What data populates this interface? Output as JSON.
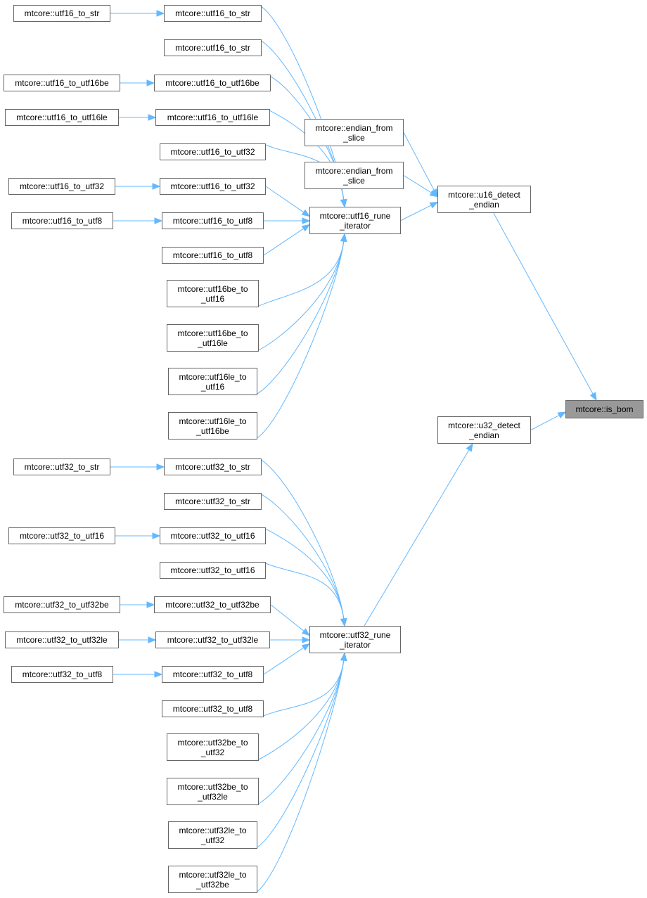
{
  "nodes": {
    "n_is_bom": {
      "lines": [
        "mtcore::is_bom"
      ]
    },
    "n_u16_detect": {
      "lines": [
        "mtcore::u16_detect",
        "_endian"
      ]
    },
    "n_u32_detect": {
      "lines": [
        "mtcore::u32_detect",
        "_endian"
      ]
    },
    "n_endian_a": {
      "lines": [
        "mtcore::endian_from",
        "_slice"
      ]
    },
    "n_endian_b": {
      "lines": [
        "mtcore::endian_from",
        "_slice"
      ]
    },
    "n_u16_rune": {
      "lines": [
        "mtcore::utf16_rune",
        "_iterator"
      ]
    },
    "n_u32_rune": {
      "lines": [
        "mtcore::utf32_rune",
        "_iterator"
      ]
    },
    "n_u16str_a": {
      "lines": [
        "mtcore::utf16_to_str"
      ]
    },
    "n_u16str_b": {
      "lines": [
        "mtcore::utf16_to_str"
      ]
    },
    "n_u16str_c": {
      "lines": [
        "mtcore::utf16_to_str"
      ]
    },
    "n_u16be_a": {
      "lines": [
        "mtcore::utf16_to_utf16be"
      ]
    },
    "n_u16be_b": {
      "lines": [
        "mtcore::utf16_to_utf16be"
      ]
    },
    "n_u16le_a": {
      "lines": [
        "mtcore::utf16_to_utf16le"
      ]
    },
    "n_u16le_b": {
      "lines": [
        "mtcore::utf16_to_utf16le"
      ]
    },
    "n_u16u32_a": {
      "lines": [
        "mtcore::utf16_to_utf32"
      ]
    },
    "n_u16u32_b": {
      "lines": [
        "mtcore::utf16_to_utf32"
      ]
    },
    "n_u16u32_c": {
      "lines": [
        "mtcore::utf16_to_utf32"
      ]
    },
    "n_u16u8_a": {
      "lines": [
        "mtcore::utf16_to_utf8"
      ]
    },
    "n_u16u8_b": {
      "lines": [
        "mtcore::utf16_to_utf8"
      ]
    },
    "n_u16u8_c": {
      "lines": [
        "mtcore::utf16_to_utf8"
      ]
    },
    "n_u16be_to16": {
      "lines": [
        "mtcore::utf16be_to",
        "_utf16"
      ]
    },
    "n_u16be_to16le": {
      "lines": [
        "mtcore::utf16be_to",
        "_utf16le"
      ]
    },
    "n_u16le_to16": {
      "lines": [
        "mtcore::utf16le_to",
        "_utf16"
      ]
    },
    "n_u16le_to16be": {
      "lines": [
        "mtcore::utf16le_to",
        "_utf16be"
      ]
    },
    "n_u32str_a": {
      "lines": [
        "mtcore::utf32_to_str"
      ]
    },
    "n_u32str_b": {
      "lines": [
        "mtcore::utf32_to_str"
      ]
    },
    "n_u32str_c": {
      "lines": [
        "mtcore::utf32_to_str"
      ]
    },
    "n_u32u16_a": {
      "lines": [
        "mtcore::utf32_to_utf16"
      ]
    },
    "n_u32u16_b": {
      "lines": [
        "mtcore::utf32_to_utf16"
      ]
    },
    "n_u32u16_c": {
      "lines": [
        "mtcore::utf32_to_utf16"
      ]
    },
    "n_u32be_a": {
      "lines": [
        "mtcore::utf32_to_utf32be"
      ]
    },
    "n_u32be_b": {
      "lines": [
        "mtcore::utf32_to_utf32be"
      ]
    },
    "n_u32le_a": {
      "lines": [
        "mtcore::utf32_to_utf32le"
      ]
    },
    "n_u32le_b": {
      "lines": [
        "mtcore::utf32_to_utf32le"
      ]
    },
    "n_u32u8_a": {
      "lines": [
        "mtcore::utf32_to_utf8"
      ]
    },
    "n_u32u8_b": {
      "lines": [
        "mtcore::utf32_to_utf8"
      ]
    },
    "n_u32u8_c": {
      "lines": [
        "mtcore::utf32_to_utf8"
      ]
    },
    "n_u32be_to32": {
      "lines": [
        "mtcore::utf32be_to",
        "_utf32"
      ]
    },
    "n_u32be_to32le": {
      "lines": [
        "mtcore::utf32be_to",
        "_utf32le"
      ]
    },
    "n_u32le_to32": {
      "lines": [
        "mtcore::utf32le_to",
        "_utf32"
      ]
    },
    "n_u32le_to32be": {
      "lines": [
        "mtcore::utf32le_to",
        "_utf32be"
      ]
    }
  },
  "edges": [
    [
      "n_u16_detect",
      "n_is_bom"
    ],
    [
      "n_u32_detect",
      "n_is_bom"
    ],
    [
      "n_endian_a",
      "n_u16_detect"
    ],
    [
      "n_endian_b",
      "n_u16_detect"
    ],
    [
      "n_u16_rune",
      "n_u16_detect"
    ],
    [
      "n_u32_rune",
      "n_u32_detect"
    ],
    [
      "n_u16str_a",
      "n_u16str_b"
    ],
    [
      "n_u16be_a",
      "n_u16be_b"
    ],
    [
      "n_u16le_a",
      "n_u16le_b"
    ],
    [
      "n_u16u32_a",
      "n_u16u32_c"
    ],
    [
      "n_u16u8_a",
      "n_u16u8_b"
    ],
    [
      "n_u16str_b",
      "n_u16_rune"
    ],
    [
      "n_u16str_c",
      "n_u16_rune"
    ],
    [
      "n_u16be_b",
      "n_u16_rune"
    ],
    [
      "n_u16le_b",
      "n_u16_rune"
    ],
    [
      "n_u16u32_b",
      "n_u16_rune"
    ],
    [
      "n_u16u32_c",
      "n_u16_rune"
    ],
    [
      "n_u16u8_b",
      "n_u16_rune"
    ],
    [
      "n_u16u8_c",
      "n_u16_rune"
    ],
    [
      "n_u16be_to16",
      "n_u16_rune"
    ],
    [
      "n_u16be_to16le",
      "n_u16_rune"
    ],
    [
      "n_u16le_to16",
      "n_u16_rune"
    ],
    [
      "n_u16le_to16be",
      "n_u16_rune"
    ],
    [
      "n_u32str_a",
      "n_u32str_b"
    ],
    [
      "n_u32u16_a",
      "n_u32u16_b"
    ],
    [
      "n_u32be_a",
      "n_u32be_b"
    ],
    [
      "n_u32le_a",
      "n_u32le_b"
    ],
    [
      "n_u32u8_a",
      "n_u32u8_b"
    ],
    [
      "n_u32str_b",
      "n_u32_rune"
    ],
    [
      "n_u32str_c",
      "n_u32_rune"
    ],
    [
      "n_u32u16_b",
      "n_u32_rune"
    ],
    [
      "n_u32u16_c",
      "n_u32_rune"
    ],
    [
      "n_u32be_b",
      "n_u32_rune"
    ],
    [
      "n_u32le_b",
      "n_u32_rune"
    ],
    [
      "n_u32u8_b",
      "n_u32_rune"
    ],
    [
      "n_u32u8_c",
      "n_u32_rune"
    ],
    [
      "n_u32be_to32",
      "n_u32_rune"
    ],
    [
      "n_u32be_to32le",
      "n_u32_rune"
    ],
    [
      "n_u32le_to32",
      "n_u32_rune"
    ],
    [
      "n_u32le_to32be",
      "n_u32_rune"
    ]
  ],
  "colors": {
    "edge": "#63b8ff",
    "node_border": "#666666",
    "focus_fill": "#999999"
  }
}
